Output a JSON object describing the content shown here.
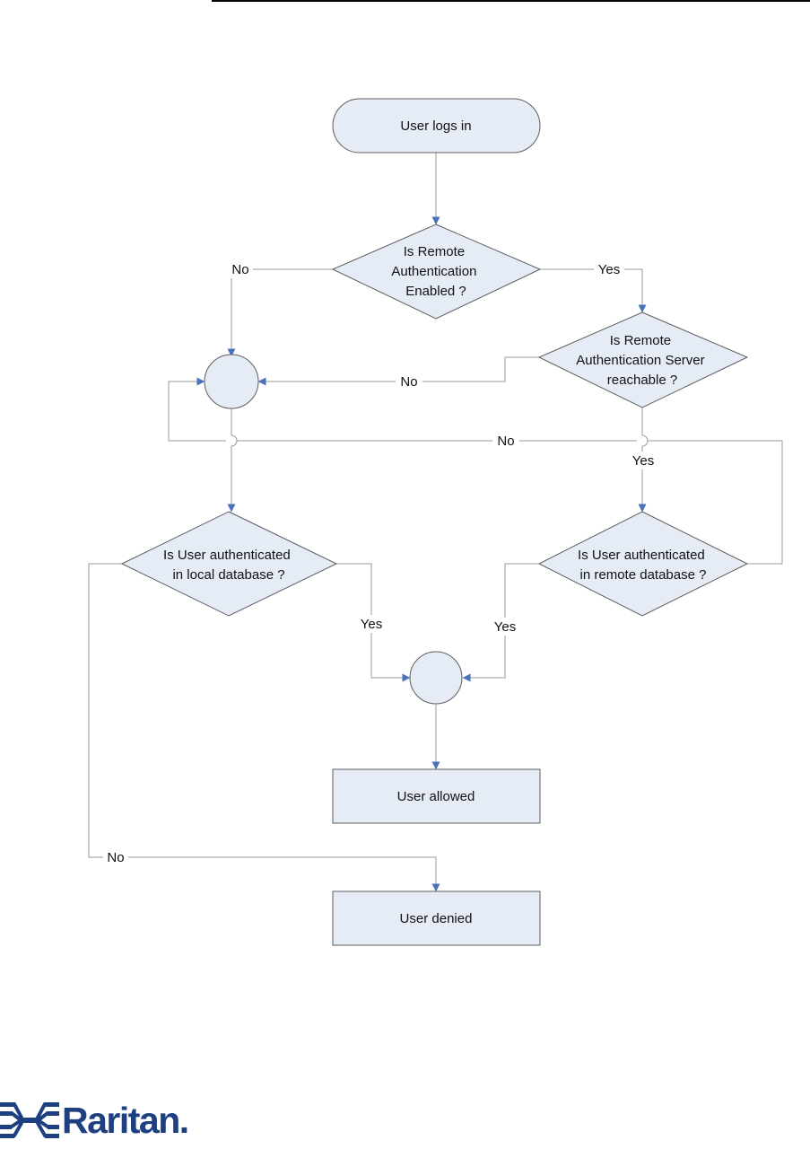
{
  "nodes": {
    "start": "User logs in",
    "remote_enabled": [
      "Is Remote",
      "Authentication",
      "Enabled ?"
    ],
    "server_reachable": [
      "Is Remote",
      "Authentication Server",
      "reachable ?"
    ],
    "local_auth": [
      "Is User authenticated",
      "in local database ?"
    ],
    "remote_auth": [
      "Is User authenticated",
      "in remote database ?"
    ],
    "allowed": "User allowed",
    "denied": "User denied"
  },
  "edges": {
    "remote_enabled_no": "No",
    "remote_enabled_yes": "Yes",
    "server_reachable_no": "No",
    "server_reachable_yes": "Yes",
    "remote_auth_no": "No",
    "remote_auth_yes": "Yes",
    "local_auth_yes": "Yes",
    "local_auth_no": "No"
  },
  "colors": {
    "node_fill": "#e6ecf6",
    "node_stroke": "#5d5d5d",
    "connector": "#9a9a9a",
    "arrowhead": "#4a72b8",
    "logo_blue": "#1e3f80"
  },
  "footer": {
    "logo_text": "Raritan."
  }
}
